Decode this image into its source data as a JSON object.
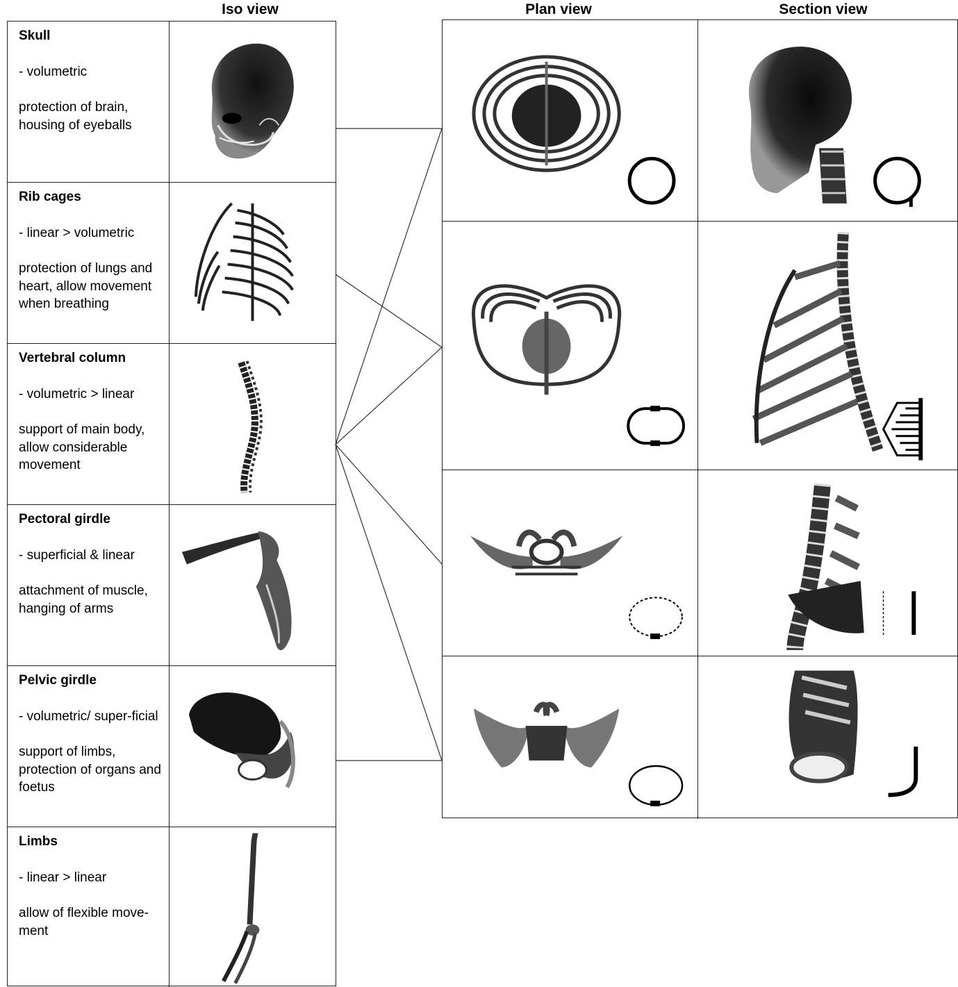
{
  "headers": {
    "iso": "Iso view",
    "plan": "Plan view",
    "section": "Section view"
  },
  "rows": [
    {
      "title": "Skull",
      "geometry": "- volumetric",
      "function": "protection of brain, housing of eyeballs",
      "iso_icon": "skull-icon"
    },
    {
      "title": "Rib cages",
      "geometry": "- linear > volumetric",
      "function": "protection of lungs and heart, allow movement when breathing",
      "iso_icon": "rib-cage-icon"
    },
    {
      "title": "Vertebral column",
      "geometry": "- volumetric > linear",
      "function": "support of main body, allow considerable movement",
      "iso_icon": "vertebral-column-icon"
    },
    {
      "title": "Pectoral girdle",
      "geometry": "- superficial & linear",
      "function": "attachment of muscle, hanging of arms",
      "iso_icon": "pectoral-girdle-icon"
    },
    {
      "title": "Pelvic girdle",
      "geometry": "- volumetric/ super-ficial",
      "function": "support of limbs, protection of organs and foetus",
      "iso_icon": "pelvic-girdle-icon"
    },
    {
      "title": "Limbs",
      "geometry": "- linear > linear",
      "function": "allow of flexible move-ment",
      "iso_icon": "limb-bones-icon"
    }
  ],
  "views": [
    {
      "plan_icon": "skull-top-view-icon",
      "plan_symbol": "solid-circle-symbol",
      "section_icon": "skull-side-view-icon",
      "section_symbol": "open-circle-hook-symbol"
    },
    {
      "plan_icon": "rib-cage-top-view-icon",
      "plan_symbol": "oval-symbol",
      "section_icon": "rib-cage-side-view-icon",
      "section_symbol": "hatched-wedge-symbol"
    },
    {
      "plan_icon": "vertebra-top-view-icon",
      "plan_symbol": "dashed-circle-symbol",
      "section_icon": "lumbar-spine-side-view-icon",
      "section_symbol": "dashed-and-solid-line-symbol"
    },
    {
      "plan_icon": "pelvis-top-view-icon",
      "plan_symbol": "thin-circle-symbol",
      "section_icon": "pelvis-side-view-icon",
      "section_symbol": "j-curve-symbol"
    }
  ]
}
